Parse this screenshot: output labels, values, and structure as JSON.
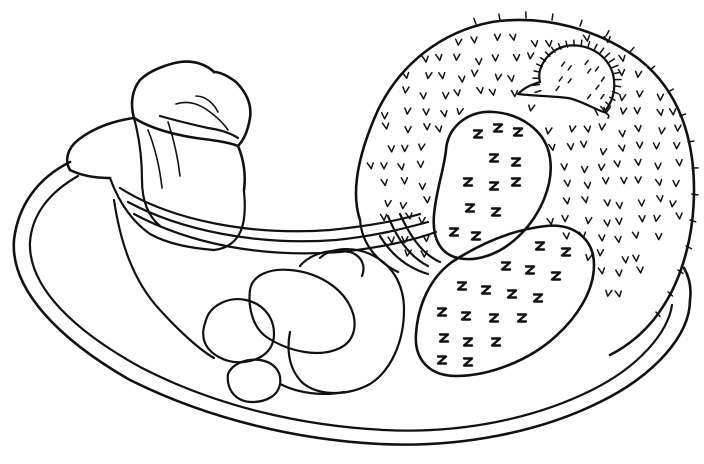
{
  "figure": {
    "type": "line-drawing",
    "colors": {
      "background": "#ffffff",
      "ink": "#111111"
    },
    "parts": [
      "outer-shell-outline",
      "cup-structure",
      "spiny-sac",
      "small-spiny-bulb",
      "upper-granular-lobe",
      "lower-granular-lobe",
      "central-lobes",
      "tubes"
    ]
  }
}
